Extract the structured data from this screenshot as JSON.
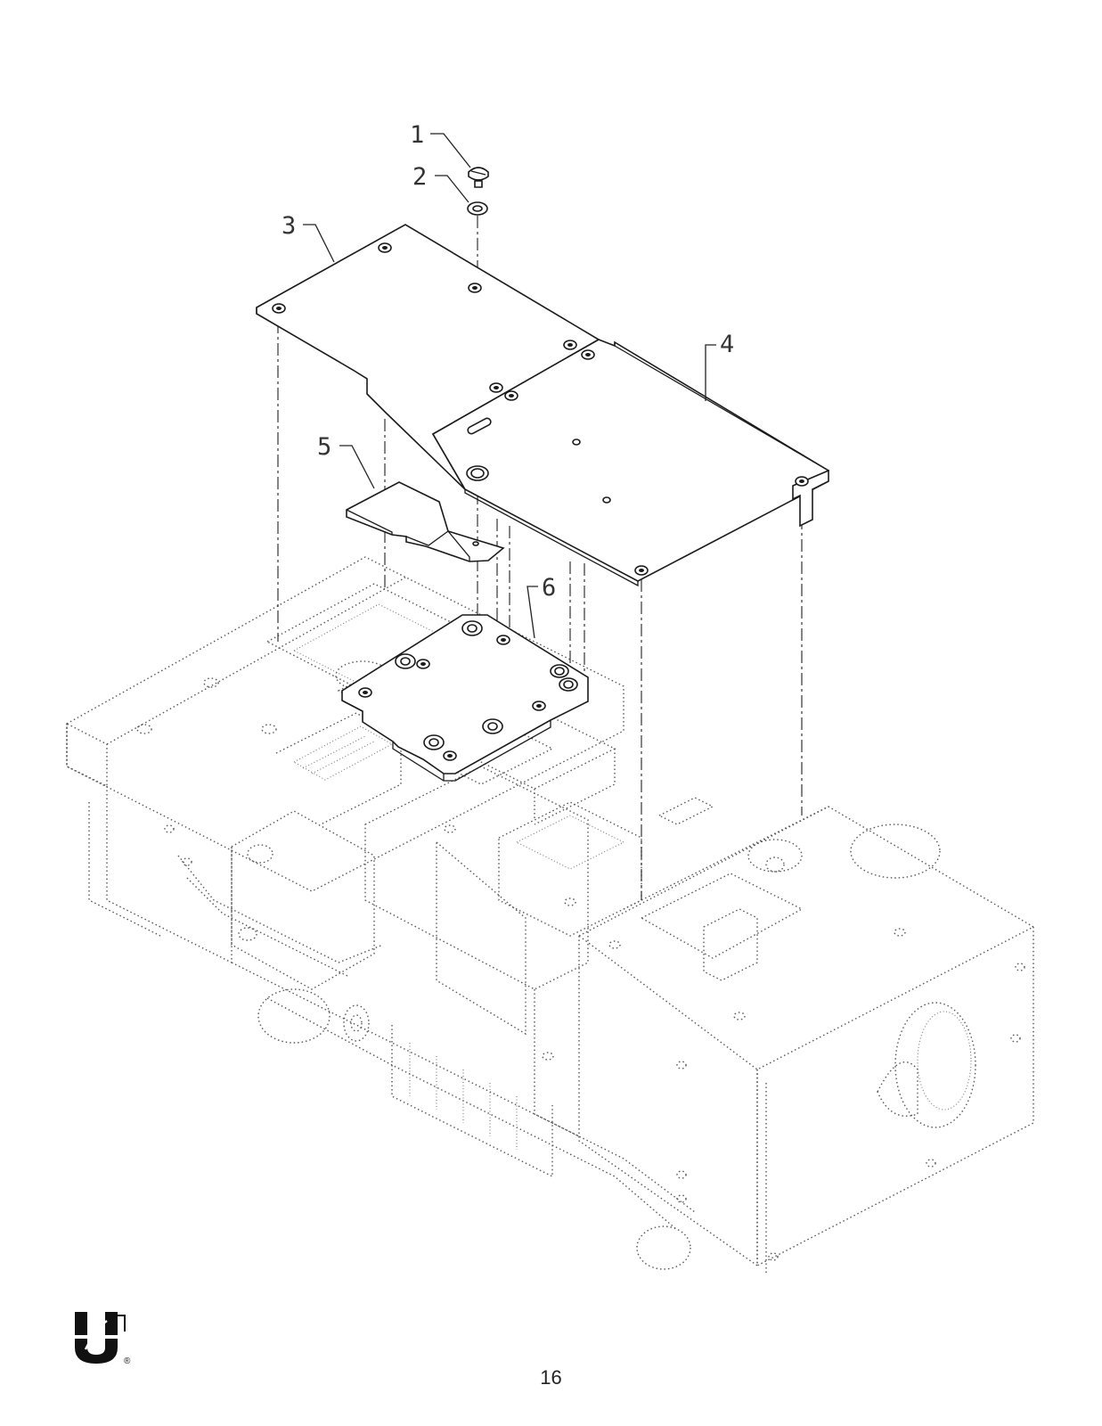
{
  "callouts": [
    {
      "id": "1",
      "label": "1"
    },
    {
      "id": "2",
      "label": "2"
    },
    {
      "id": "3",
      "label": "3"
    },
    {
      "id": "4",
      "label": "4"
    },
    {
      "id": "5",
      "label": "5"
    },
    {
      "id": "6",
      "label": "6"
    }
  ],
  "page_number": "16",
  "brand_mark": "U",
  "registered_symbol": "®"
}
